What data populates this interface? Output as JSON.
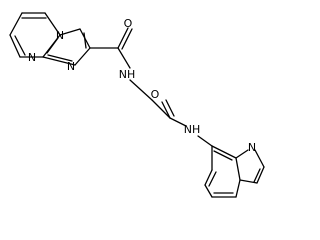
{
  "molecule": {
    "labels": {
      "n_bridge": "N",
      "n_pyrimidine": "N",
      "n_imidazole": "N",
      "o_upper": "O",
      "nh_upper": "NH",
      "o_lower": "O",
      "nh_lower": "NH",
      "n_quinoline": "N"
    }
  },
  "colors": {
    "bond": "#000000",
    "text": "#000000",
    "background": "#ffffff"
  }
}
